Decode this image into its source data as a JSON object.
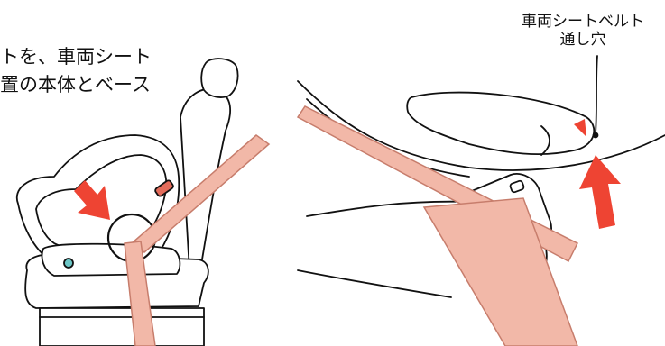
{
  "left_panel": {
    "caption_line1": "トを、車両シート",
    "caption_line2": "置の本体とベース"
  },
  "right_panel": {
    "label_line1": "車両シートベルト",
    "label_line2": "通し穴"
  },
  "colors": {
    "belt": "#f2b8a8",
    "belt_stroke": "#c77d6c",
    "arrow": "#ee4433",
    "outline": "#111111"
  }
}
